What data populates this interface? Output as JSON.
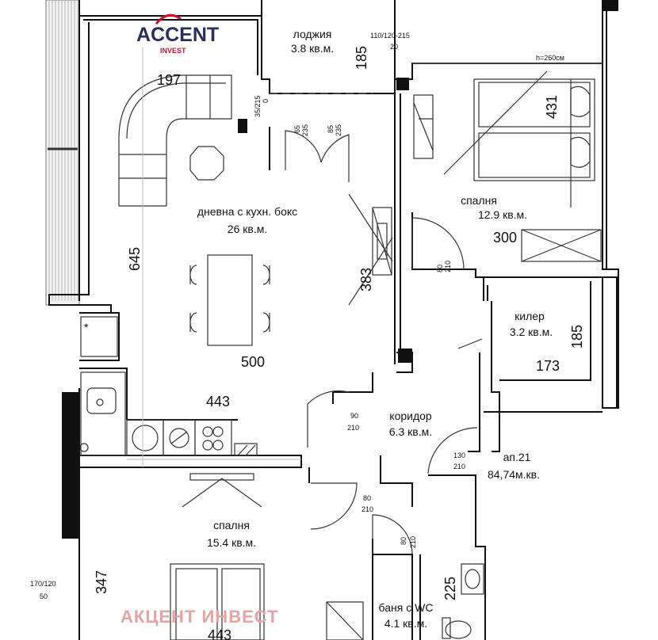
{
  "logo": {
    "brand": "ACCENT",
    "sub": "INVEST",
    "brand_color": "#2b2f5e",
    "accent_color": "#c8102e"
  },
  "watermark": {
    "text": "АКЦЕНТ ИНВЕСТ",
    "color": "#e6a3a3"
  },
  "apartment": {
    "label": "ап.21",
    "area": "84,74м.кв."
  },
  "rooms": [
    {
      "name": "лоджия",
      "area": "3.8 кв.м."
    },
    {
      "name": "дневна с кухн. бокс",
      "area": "26 кв.м."
    },
    {
      "name": "спалня",
      "area": "12.9 кв.м."
    },
    {
      "name": "килер",
      "area": "3.2 кв.м."
    },
    {
      "name": "коридор",
      "area": "6.3 кв.м."
    },
    {
      "name": "спалня",
      "area": "15.4 кв.м."
    },
    {
      "name": "баня с WC",
      "area": "4.1 кв.м."
    }
  ],
  "dimensions": {
    "loggia_197": "197",
    "loggia_185": "185",
    "bedroom_431": "431",
    "bedroom_300": "300",
    "living_645": "645",
    "living_383": "383",
    "living_500": "500",
    "storage_185": "185",
    "storage_173": "173",
    "kitchen_443": "443",
    "bedroom2_347": "347",
    "bath_225": "225",
    "bottom_443": "443"
  },
  "door_notes": {
    "top_window_a": "110/120-215",
    "top_window_b": "20",
    "ceiling": "h=260см",
    "loggia_door": "35/215",
    "loggia_door_b": "0",
    "door_65": "65",
    "door_65_b": "235",
    "door_85": "85",
    "door_85_b": "235",
    "bedroom_door_a": "80",
    "bedroom_door_b": "210",
    "corridor_door_a": "90",
    "corridor_door_b": "210",
    "entry_door_a": "130",
    "entry_door_b": "210",
    "bedroom2_door_a": "80",
    "bedroom2_door_b": "210",
    "bath_door_a": "80",
    "bath_door_b": "210",
    "window_left_a": "170/120",
    "window_left_b": "50"
  }
}
